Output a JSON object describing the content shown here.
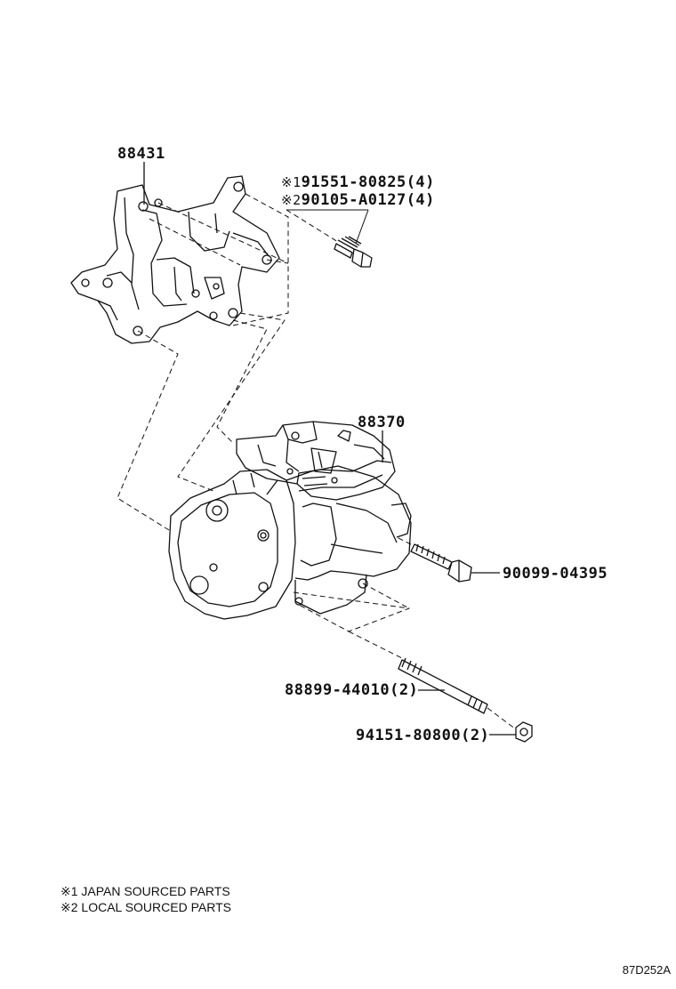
{
  "labels": {
    "bracket": "88431",
    "compressor": "88370",
    "bolt_japan_mark": "※1",
    "bolt_japan": "91551-80825(4)",
    "bolt_local_mark": "※2",
    "bolt_local": "90105-A0127(4)",
    "side_bolt": "90099-04395",
    "stud": "88899-44010(2)",
    "nut": "94151-80800(2)"
  },
  "legend": [
    {
      "mark": "※1",
      "text": "JAPAN SOURCED PARTS"
    },
    {
      "mark": "※2",
      "text": "LOCAL SOURCED PARTS"
    }
  ],
  "diagram_code": "87D252A"
}
